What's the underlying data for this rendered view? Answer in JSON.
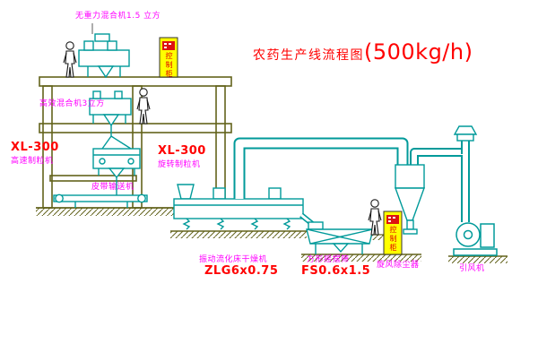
{
  "title": {
    "text": "农药生产线流程图",
    "rate": "(500kg/h)"
  },
  "labels": {
    "mixer_top": "无重力混合机1.5 立方",
    "mixer_mid": "高效混合机3立方",
    "granulator_left_model": "XL-300",
    "granulator_left_name": "高速制粒机",
    "granulator_right_model": "XL-300",
    "granulator_right_name": "旋转制粒机",
    "belt_conveyor": "皮带输送机",
    "dryer_name": "振动流化床干燥机",
    "dryer_model": "ZLG6x0.75",
    "sieve_name": "方形摇摆筛",
    "sieve_model": "FS0.6x1.5",
    "cyclone_name": "旋风除尘器",
    "fan_name": "引风机",
    "cabinet_label": "控制柜"
  },
  "colors": {
    "title_red": "#ff0000",
    "label_magenta": "#ff00ff",
    "equipment_teal": "#009a9a",
    "structure_olive": "#63631c",
    "cabinet_yellow": "#ffff00",
    "background": "#ffffff"
  }
}
